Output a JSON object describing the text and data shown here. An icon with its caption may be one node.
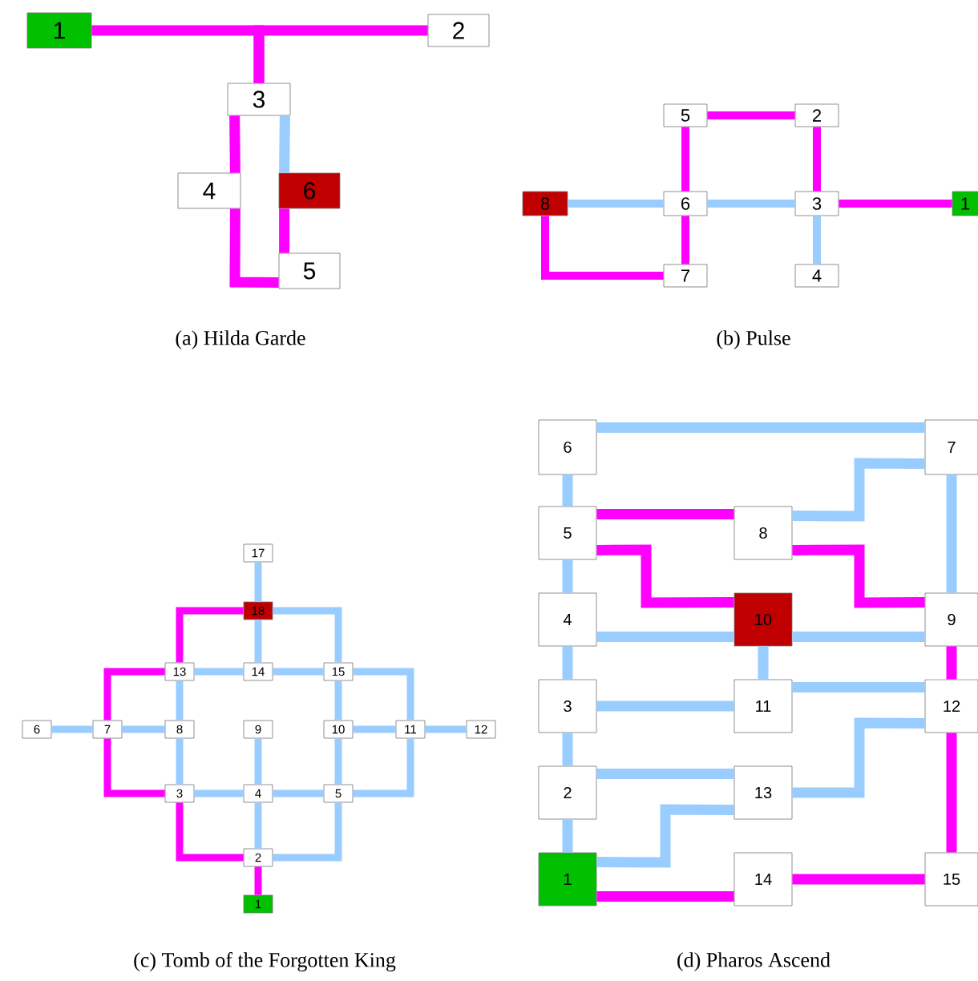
{
  "diagram": {
    "nodes": [
      {
        "text": [
          "1"
        ]
      },
      {
        "text": [
          "2"
        ]
      },
      {
        "text": [
          "3"
        ]
      },
      {
        "text": [
          "4"
        ]
      },
      {
        "text": [
          "6"
        ]
      },
      {
        "text": [
          "5"
        ]
      },
      {
        "text": [
          "5"
        ]
      },
      {
        "text": [
          "2"
        ]
      },
      {
        "text": [
          "8"
        ]
      },
      {
        "text": [
          "6"
        ]
      },
      {
        "text": [
          "3"
        ]
      },
      {
        "text": [
          "1"
        ]
      },
      {
        "text": [
          "7"
        ]
      },
      {
        "text": [
          "4"
        ]
      },
      {
        "text": [
          "17"
        ]
      },
      {
        "text": [
          "18"
        ]
      },
      {
        "text": [
          "13"
        ]
      },
      {
        "text": [
          "14"
        ]
      },
      {
        "text": [
          "15"
        ]
      },
      {
        "text": [
          "6"
        ]
      },
      {
        "text": [
          "7"
        ]
      },
      {
        "text": [
          "8"
        ]
      },
      {
        "text": [
          "9"
        ]
      },
      {
        "text": [
          "10"
        ]
      },
      {
        "text": [
          "11"
        ]
      },
      {
        "text": [
          "12"
        ]
      },
      {
        "text": [
          "3"
        ]
      },
      {
        "text": [
          "4"
        ]
      },
      {
        "text": [
          "5"
        ]
      },
      {
        "text": [
          "2"
        ]
      },
      {
        "text": [
          "1"
        ]
      },
      {
        "text": [
          "6"
        ]
      },
      {
        "text": [
          "7"
        ]
      },
      {
        "text": [
          "5"
        ]
      },
      {
        "text": [
          "8"
        ]
      },
      {
        "text": [
          "4"
        ]
      },
      {
        "text": [
          "10"
        ]
      },
      {
        "text": [
          "9"
        ]
      },
      {
        "text": [
          "3"
        ]
      },
      {
        "text": [
          "11"
        ]
      },
      {
        "text": [
          "12"
        ]
      },
      {
        "text": [
          "2"
        ]
      },
      {
        "text": [
          "13"
        ]
      },
      {
        "text": [
          "1"
        ]
      },
      {
        "text": [
          "14"
        ]
      },
      {
        "text": [
          "15"
        ]
      }
    ],
    "edges": [
      {
        "from": 0,
        "to": 2,
        "arrow": "none",
        "color": "#ff00ff"
      },
      {
        "from": 2,
        "to": 1,
        "arrow": "none",
        "color": "#ff00ff"
      },
      {
        "from": 2,
        "to": 3,
        "arrow": "none",
        "color": "#ff00ff"
      },
      {
        "from": 3,
        "to": 5,
        "arrow": "none",
        "color": "#ff00ff"
      },
      {
        "from": 2,
        "to": 4,
        "arrow": "none"
      },
      {
        "from": 4,
        "to": 5,
        "arrow": "none",
        "color": "#ff00ff"
      },
      {
        "from": 6,
        "to": 7,
        "arrow": "none",
        "color": "#ff00ff"
      },
      {
        "from": 6,
        "to": 9,
        "arrow": "none",
        "color": "#ff00ff"
      },
      {
        "from": 7,
        "to": 10,
        "arrow": "none",
        "color": "#ff00ff"
      },
      {
        "from": 8,
        "to": 9,
        "arrow": "none"
      },
      {
        "from": 9,
        "to": 10,
        "arrow": "none"
      },
      {
        "from": 10,
        "to": 11,
        "arrow": "none",
        "color": "#ff00ff"
      },
      {
        "from": 9,
        "to": 12,
        "arrow": "none",
        "color": "#ff00ff"
      },
      {
        "from": 8,
        "to": 12,
        "arrow": "none",
        "color": "#ff00ff"
      },
      {
        "from": 10,
        "to": 13,
        "arrow": "none"
      },
      {
        "from": 14,
        "to": 15,
        "arrow": "none"
      },
      {
        "from": 15,
        "to": 16,
        "arrow": "none",
        "color": "#ff00ff"
      },
      {
        "from": 15,
        "to": 17,
        "arrow": "none"
      },
      {
        "from": 15,
        "to": 18,
        "arrow": "none"
      },
      {
        "from": 16,
        "to": 17,
        "arrow": "none"
      },
      {
        "from": 17,
        "to": 18,
        "arrow": "none"
      },
      {
        "from": 16,
        "to": 20,
        "arrow": "none",
        "color": "#ff00ff"
      },
      {
        "from": 18,
        "to": 24,
        "arrow": "none"
      },
      {
        "from": 16,
        "to": 21,
        "arrow": "none"
      },
      {
        "from": 19,
        "to": 20,
        "arrow": "none"
      },
      {
        "from": 20,
        "to": 21,
        "arrow": "none"
      },
      {
        "from": 18,
        "to": 23,
        "arrow": "none"
      },
      {
        "from": 23,
        "to": 24,
        "arrow": "none"
      },
      {
        "from": 24,
        "to": 25,
        "arrow": "none"
      },
      {
        "from": 20,
        "to": 26,
        "arrow": "none",
        "color": "#ff00ff"
      },
      {
        "from": 21,
        "to": 26,
        "arrow": "none"
      },
      {
        "from": 22,
        "to": 27,
        "arrow": "none"
      },
      {
        "from": 23,
        "to": 28,
        "arrow": "none"
      },
      {
        "from": 24,
        "to": 28,
        "arrow": "none"
      },
      {
        "from": 26,
        "to": 27,
        "arrow": "none"
      },
      {
        "from": 27,
        "to": 28,
        "arrow": "none"
      },
      {
        "from": 26,
        "to": 29,
        "arrow": "none",
        "color": "#ff00ff"
      },
      {
        "from": 27,
        "to": 29,
        "arrow": "none"
      },
      {
        "from": 28,
        "to": 29,
        "arrow": "none"
      },
      {
        "from": 29,
        "to": 30,
        "arrow": "none",
        "color": "#ff00ff"
      },
      {
        "from": 31,
        "to": 32,
        "arrow": "none"
      },
      {
        "from": 31,
        "to": 33,
        "arrow": "none"
      },
      {
        "from": 33,
        "to": 34,
        "arrow": "none",
        "color": "#ff00ff"
      },
      {
        "from": 34,
        "to": 32,
        "arrow": "none"
      },
      {
        "from": 33,
        "to": 36,
        "arrow": "none",
        "color": "#ff00ff"
      },
      {
        "from": 32,
        "to": 37,
        "arrow": "none"
      },
      {
        "from": 33,
        "to": 35,
        "arrow": "none"
      },
      {
        "from": 34,
        "to": 37,
        "arrow": "none",
        "color": "#ff00ff"
      },
      {
        "from": 35,
        "to": 36,
        "arrow": "none"
      },
      {
        "from": 36,
        "to": 37,
        "arrow": "none"
      },
      {
        "from": 36,
        "to": 39,
        "arrow": "none"
      },
      {
        "from": 37,
        "to": 40,
        "arrow": "none",
        "color": "#ff00ff"
      },
      {
        "from": 35,
        "to": 38,
        "arrow": "none"
      },
      {
        "from": 38,
        "to": 39,
        "arrow": "none"
      },
      {
        "from": 39,
        "to": 40,
        "arrow": "none"
      },
      {
        "from": 40,
        "to": 42,
        "arrow": "none"
      },
      {
        "from": 38,
        "to": 41,
        "arrow": "none"
      },
      {
        "from": 41,
        "to": 42,
        "arrow": "none"
      },
      {
        "from": 41,
        "to": 43,
        "arrow": "none"
      },
      {
        "from": 43,
        "to": 42,
        "arrow": "none"
      },
      {
        "from": 40,
        "to": 45,
        "arrow": "none",
        "color": "#ff00ff"
      },
      {
        "from": 43,
        "to": 44,
        "arrow": "none",
        "color": "#ff00ff"
      },
      {
        "from": 44,
        "to": 45,
        "arrow": "none",
        "color": "#ff00ff"
      }
    ],
    "labels": [
      "(a)  Hilda Garde",
      "(b)  Pulse",
      "(c)  Tomb of the Forgotten King",
      "(d)  Pharos Ascend"
    ]
  }
}
